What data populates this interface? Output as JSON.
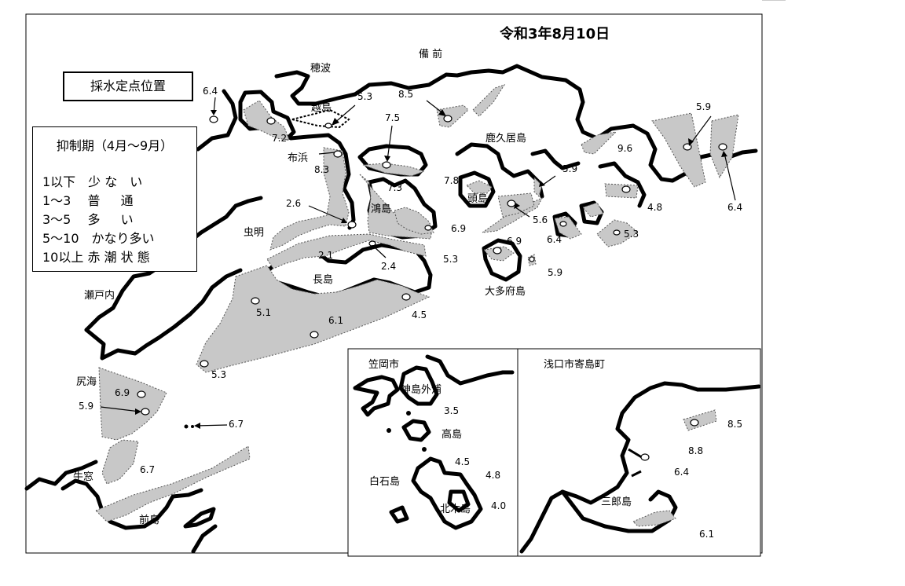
{
  "date": "令和3年8月10日",
  "map_title": "採水定点位置",
  "legend": {
    "title": "抑制期（4月～9月）",
    "rows": [
      "1以下　少 な　い",
      "1～3　 普 　 通",
      "3～5　 多 　 い",
      "5～10　かなり多い",
      "10以上 赤 潮 状 態"
    ]
  },
  "place_labels": {
    "bizen": "備 前",
    "hoha": "穂波",
    "koshijima": "越島",
    "nunohama": "布浜",
    "kasumi": "鴻島",
    "mushiake": "虫明",
    "setouchi": "瀬戸内",
    "nagashima": "長島",
    "shibukawa": "尻海",
    "ushimado": "牛窓",
    "maejima": "前島",
    "kakui": "鹿久居島",
    "kashira": "頭島",
    "otabu": "大多府島",
    "kasaoka": "笠岡市",
    "kamishima": "神島外浦",
    "takashima": "高島",
    "shiraishi": "白石島",
    "kitagi": "北木島",
    "asakuchi": "浅口市寄島町",
    "saburo": "三郎島"
  },
  "values": {
    "v_6_4a": "6.4",
    "v_5_3a": "5.3",
    "v_8_5a": "8.5",
    "v_7_5": "7.5",
    "v_7_2": "7.2",
    "v_8_3": "8.3",
    "v_5_9a": "5.9",
    "v_9_6": "9.6",
    "v_7_3": "7.3",
    "v_7_8": "7.8",
    "v_5_9b": "5.9",
    "v_2_6": "2.6",
    "v_6_9a": "6.9",
    "v_5_6": "5.6",
    "v_6_4b": "6.4",
    "v_5_3b": "5.3",
    "v_4_8a": "4.8",
    "v_6_4c": "6.4",
    "v_2_1": "2.1",
    "v_2_4": "2.4",
    "v_5_3c": "5.3",
    "v_6_9b": "6.9",
    "v_5_9c": "5.9",
    "v_5_1": "5.1",
    "v_6_1a": "6.1",
    "v_4_5a": "4.5",
    "v_5_3d": "5.3",
    "v_6_9c": "6.9",
    "v_5_9d": "5.9",
    "v_6_7a": "6.7",
    "v_6_7b": "6.7",
    "v_3_5": "3.5",
    "v_4_5b": "4.5",
    "v_4_8b": "4.8",
    "v_4_0": "4.0",
    "v_8_5b": "8.5",
    "v_8_8": "8.8",
    "v_6_4d": "6.4",
    "v_6_1b": "6.1"
  }
}
